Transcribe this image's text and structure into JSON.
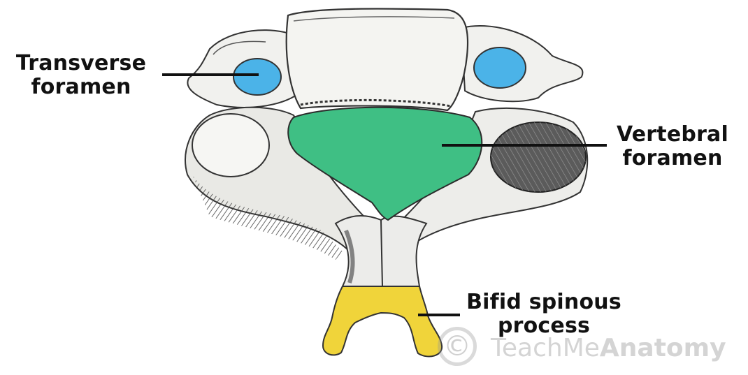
{
  "labels": {
    "transverse": [
      "Transverse",
      "foramen"
    ],
    "vertebral": [
      "Vertebral",
      "foramen"
    ],
    "bifid": [
      "Bifid spinous",
      "process"
    ]
  },
  "watermark": {
    "symbol": "©",
    "text_light": "TeachMe",
    "text_bold": "Anatomy"
  },
  "colors": {
    "bone": "#f1f1ee",
    "bone_shadow": "#7a7a7a",
    "transverse_foramen": "#4bb3e8",
    "vertebral_foramen": "#3fbf84",
    "bifid_process": "#f0d43a",
    "leader_line": "#111111"
  },
  "icons": {
    "watermark_logo": "copyright-circle-icon"
  }
}
